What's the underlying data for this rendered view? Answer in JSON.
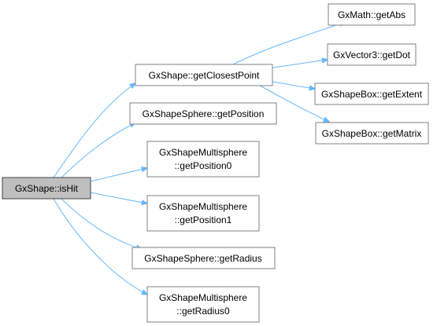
{
  "nodes": {
    "root": [
      "GxShape::isHit"
    ],
    "closest": [
      "GxShape::getClosestPoint"
    ],
    "sphere_pos": [
      "GxShapeSphere::getPosition"
    ],
    "multi_pos0": [
      "GxShapeMultisphere",
      "::getPosition0"
    ],
    "multi_pos1": [
      "GxShapeMultisphere",
      "::getPosition1"
    ],
    "sphere_rad": [
      "GxShapeSphere::getRadius"
    ],
    "multi_rad0": [
      "GxShapeMultisphere",
      "::getRadius0"
    ],
    "math_abs": [
      "GxMath::getAbs"
    ],
    "vec_dot": [
      "GxVector3::getDot"
    ],
    "box_extent": [
      "GxShapeBox::getExtent"
    ],
    "box_matrix": [
      "GxShapeBox::getMatrix"
    ]
  },
  "colors": {
    "edge": "#63b8ff",
    "root_fill": "#bfbfbf",
    "node_fill": "#ffffff",
    "node_border": "#808080"
  }
}
